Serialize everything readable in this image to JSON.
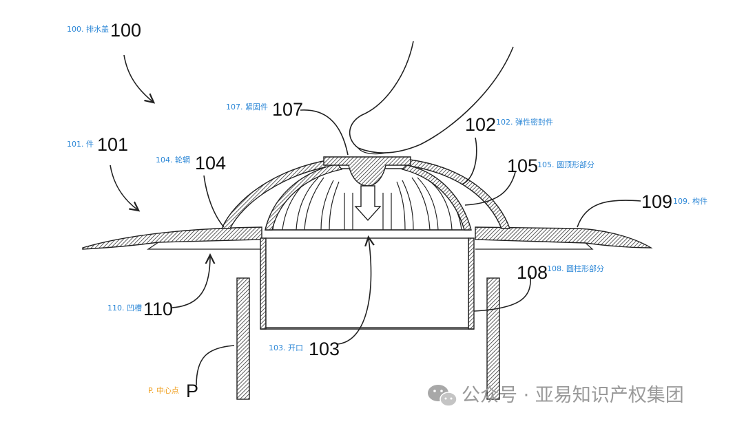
{
  "labels": {
    "l100": {
      "num": "100",
      "cn": "100. 排水盖"
    },
    "l101": {
      "num": "101",
      "cn": "101. 件"
    },
    "l107": {
      "num": "107",
      "cn": "107. 紧固件"
    },
    "l104": {
      "num": "104",
      "cn": "104. 轮辋"
    },
    "l102": {
      "num": "102",
      "cn": "102. 弹性密封件"
    },
    "l105": {
      "num": "105",
      "cn": "105. 圆顶形部分"
    },
    "l109": {
      "num": "109",
      "cn": "109. 构件"
    },
    "l108": {
      "num": "108",
      "cn": "108. 圆柱形部分"
    },
    "l110": {
      "num": "110",
      "cn": "110. 凹槽"
    },
    "l103": {
      "num": "103",
      "cn": "103. 开口"
    },
    "lP": {
      "num": "P",
      "cn": "P. 中心点"
    }
  },
  "watermark": {
    "icon": "wechat-icon",
    "text": "公众号 · 亚易知识产权集团"
  },
  "colors": {
    "label_blue": "#2a86d6",
    "label_orange": "#f0a020",
    "line": "#222222",
    "watermark": "#9a9a9a"
  }
}
